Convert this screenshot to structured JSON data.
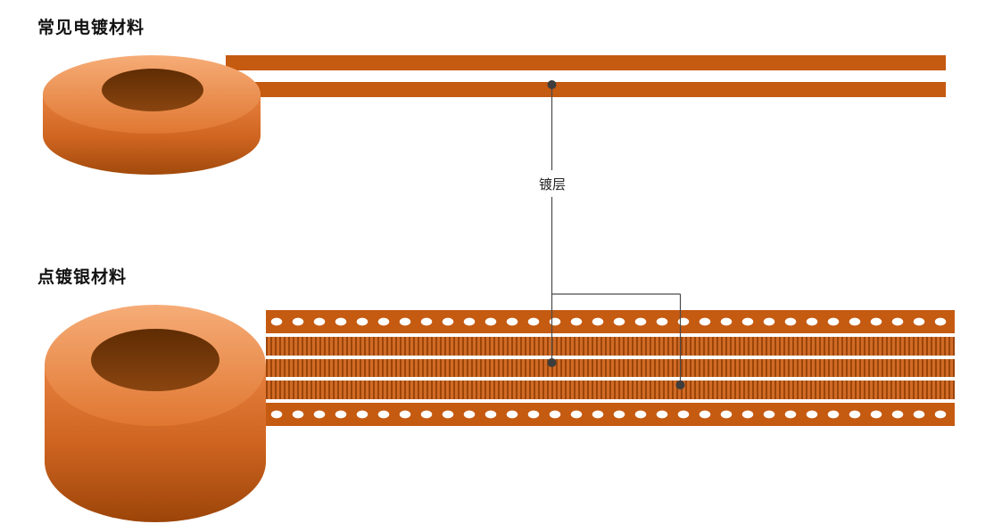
{
  "titles": {
    "top": "常见电镀材料",
    "bottom": "点镀银材料"
  },
  "callout": {
    "label": "镀层"
  },
  "colors": {
    "strip_orange": "#C55A11",
    "stripe_dark": "#9C4509",
    "stripe_light": "#D06B26",
    "coil_face_light": "#F6AC77",
    "coil_face_dark": "#E07731",
    "coil_body_top": "#E8813F",
    "coil_body_bottom": "#A14A0C",
    "hole_brown_dark": "#5F2C03",
    "hole_brown_light": "#8A4510",
    "dot_white": "#FFFFFF",
    "callout_line": "#4A4A4A",
    "callout_dot": "#3D3D3D",
    "title_text": "#111111",
    "background": "#FFFFFF"
  }
}
